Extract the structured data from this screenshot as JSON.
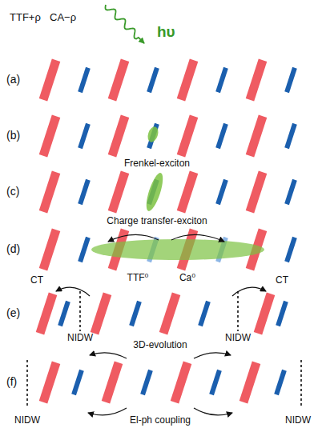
{
  "diagram": {
    "labels": [
      "TTF+ρ",
      "CA−ρ",
      "hυ",
      "(a)",
      "(b)",
      "Frenkel-exciton",
      "(c)",
      "Charge transfer-exciton",
      "(d)",
      "TTF⁰",
      "Ca⁰",
      "CT",
      "CT",
      "(e)",
      "NIDW",
      "NIDW",
      "3D-evolution",
      "(f)",
      "El-ph coupling",
      "NIDW",
      "NIDW"
    ]
  }
}
